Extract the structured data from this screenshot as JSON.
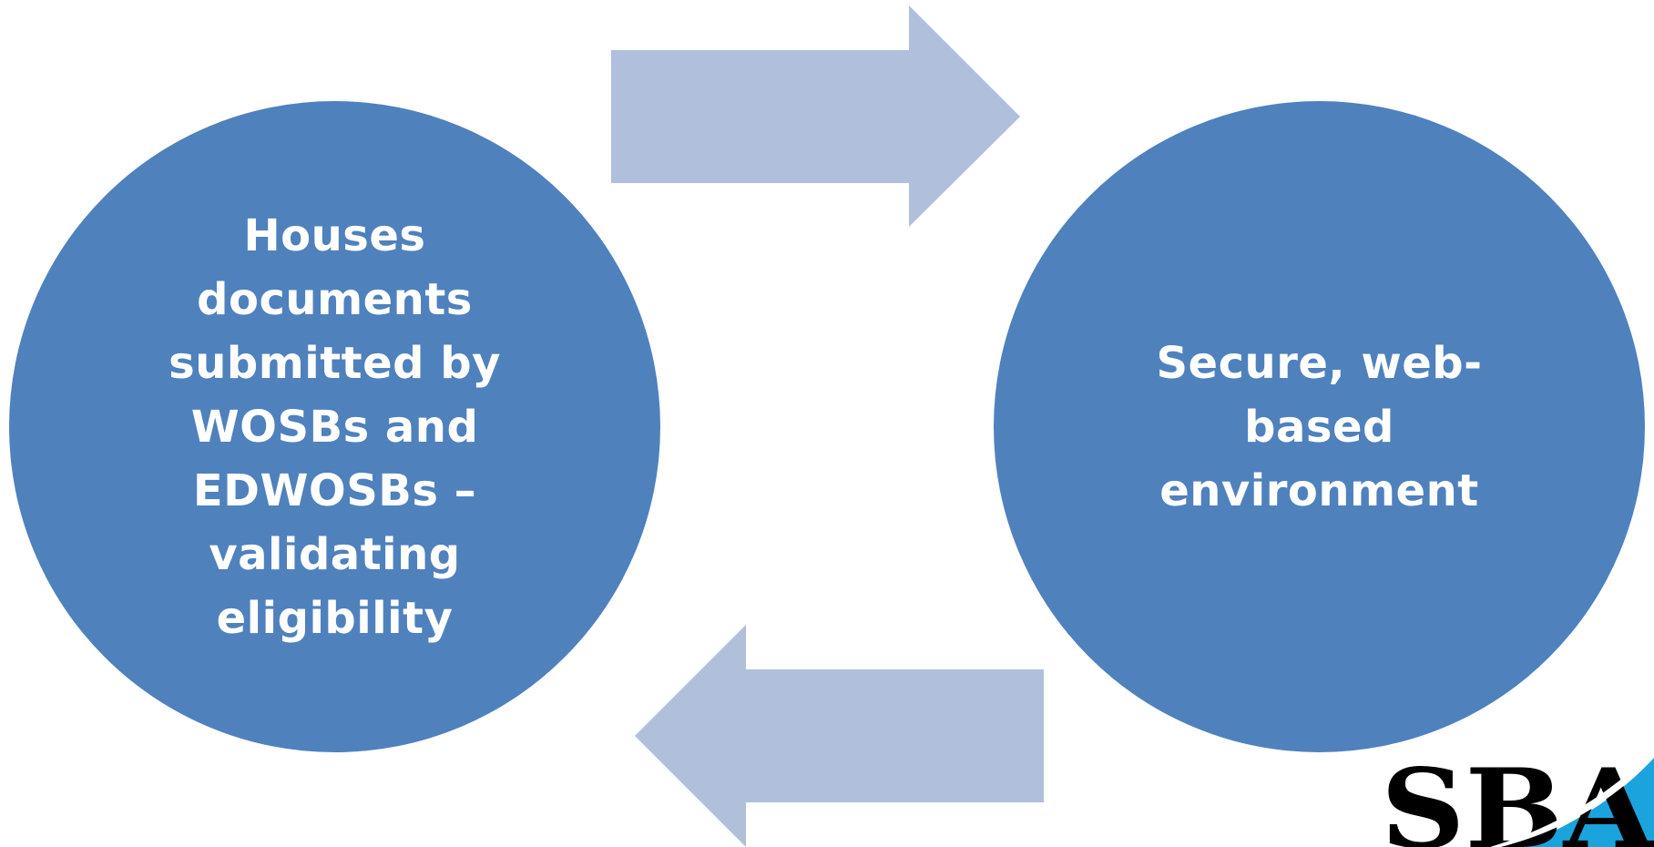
{
  "diagram": {
    "left_circle": {
      "text": "Houses\ndocuments\nsubmitted by\nWOSBs and\nEDWOSBs –\nvalidating\neligibility"
    },
    "right_circle": {
      "text": "Secure, web-\nbased\nenvironment"
    },
    "arrows": [
      {
        "direction": "right"
      },
      {
        "direction": "left"
      }
    ]
  },
  "logo": {
    "text": "SBA"
  },
  "colors": {
    "circle_fill": "#4f81bd",
    "arrow_fill": "#b0bfdc",
    "text": "#ffffff",
    "logo_black": "#000000",
    "logo_blue": "#1ba3dd",
    "background": "#ffffff"
  }
}
